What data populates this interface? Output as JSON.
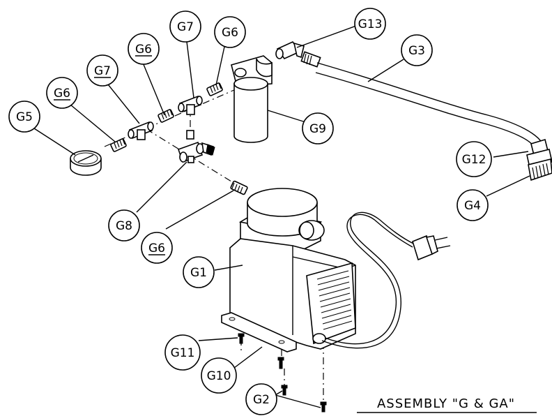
{
  "title": "ASSEMBLY \"G & GA\"",
  "callouts": [
    {
      "id": "g13",
      "text": "G13",
      "underline": false
    },
    {
      "id": "g3",
      "text": "G3",
      "underline": false
    },
    {
      "id": "g7a",
      "text": "G7",
      "underline": false
    },
    {
      "id": "g6a",
      "text": "G6",
      "underline": false
    },
    {
      "id": "g6b",
      "text": "G6",
      "underline": true
    },
    {
      "id": "g7b",
      "text": "G7",
      "underline": true
    },
    {
      "id": "g6c",
      "text": "G6",
      "underline": true
    },
    {
      "id": "g5",
      "text": "G5",
      "underline": false
    },
    {
      "id": "g9",
      "text": "G9",
      "underline": false
    },
    {
      "id": "g12",
      "text": "G12",
      "underline": false
    },
    {
      "id": "g4",
      "text": "G4",
      "underline": false
    },
    {
      "id": "g8",
      "text": "G8",
      "underline": false
    },
    {
      "id": "g6d",
      "text": "G6",
      "underline": true
    },
    {
      "id": "g1",
      "text": "G1",
      "underline": false
    },
    {
      "id": "g11",
      "text": "G11",
      "underline": false
    },
    {
      "id": "g10",
      "text": "G10",
      "underline": false
    },
    {
      "id": "g2",
      "text": "G2",
      "underline": false
    }
  ]
}
